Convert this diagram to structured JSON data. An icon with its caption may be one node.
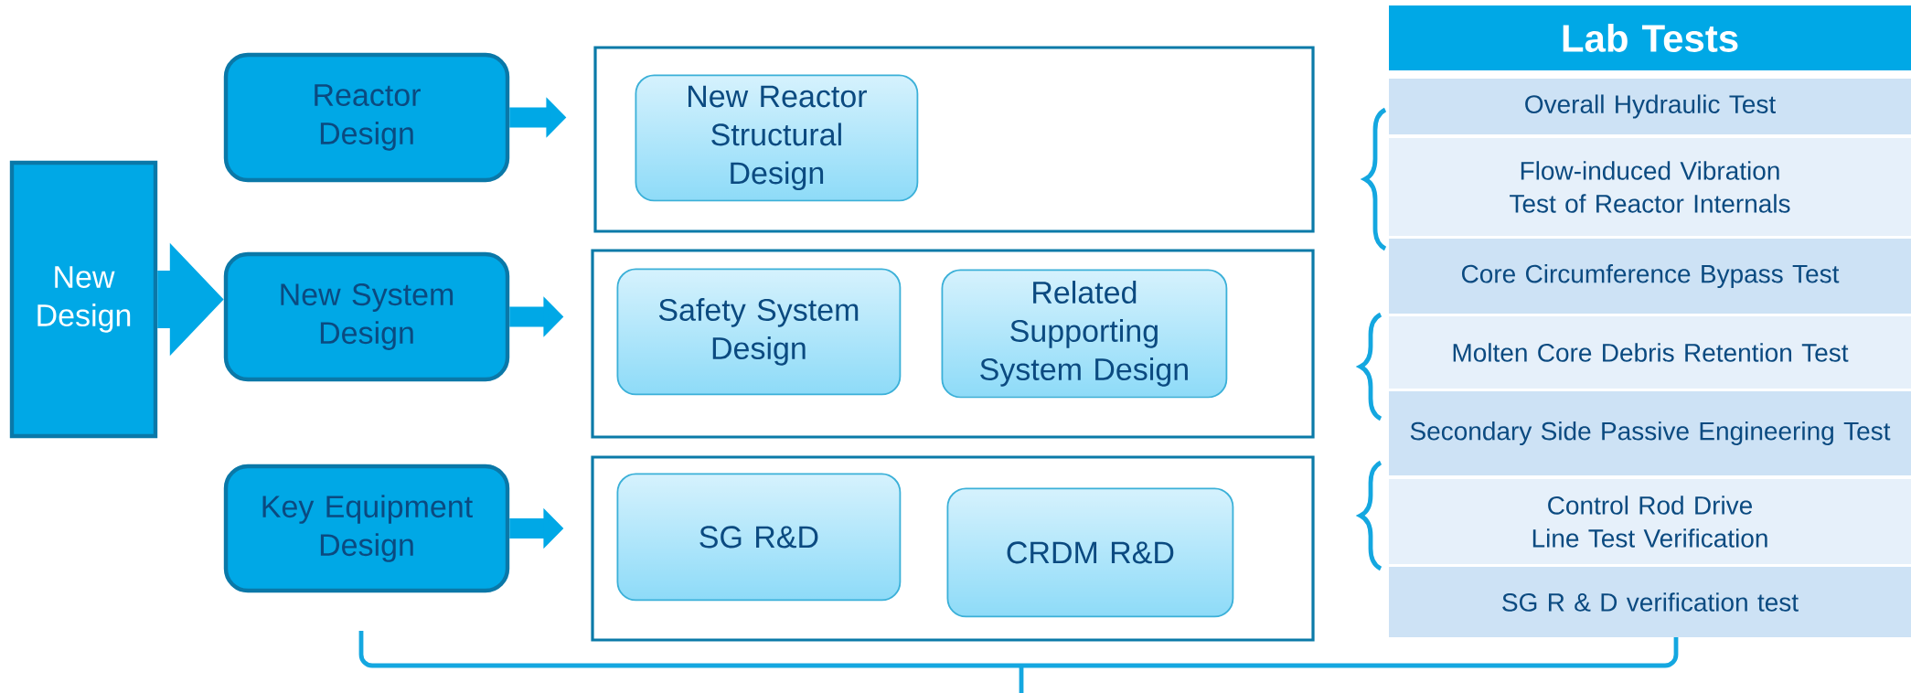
{
  "diagram": {
    "nodes": [
      {
        "text": [
          "New Design"
        ]
      },
      {
        "text": [
          "Reactor Design"
        ]
      },
      {
        "text": [
          "New System Design"
        ]
      },
      {
        "text": [
          "Key Equipment Design"
        ]
      },
      {
        "text": [],
        "shape": "box"
      },
      {
        "text": [
          "New Reactor Structural Design"
        ],
        "in": 4
      },
      {
        "text": [],
        "shape": "box"
      },
      {
        "text": [
          "Safety System Design"
        ],
        "in": 6
      },
      {
        "text": [
          "Related Supporting System Design"
        ],
        "in": 6
      },
      {
        "text": [],
        "shape": "box"
      },
      {
        "text": [
          "SG R&D"
        ],
        "in": 9
      },
      {
        "text": [
          "CRDM R&D"
        ],
        "in": 9
      },
      {
        "text": [
          "Lab Tests"
        ]
      },
      {
        "text": [
          "Overall Hydraulic Test"
        ]
      },
      {
        "text": [
          "Flow-induced Vibration Test of Reactor Internals"
        ]
      },
      {
        "text": [
          "Core Circumference Bypass Test"
        ]
      },
      {
        "text": [
          "Molten Core Debris Retention Test"
        ]
      },
      {
        "text": [
          "Secondary Side Passive Engineering Test"
        ]
      },
      {
        "text": [
          "Control Rod Drive Line Test Verification"
        ]
      },
      {
        "text": [
          "SG R & D verification test"
        ]
      }
    ],
    "edges": [
      {
        "from": 0,
        "to": 2,
        "arrow": "to",
        "style": "thick"
      },
      {
        "from": 1,
        "to": 4,
        "arrow": "to"
      },
      {
        "from": 2,
        "to": 6,
        "arrow": "to"
      },
      {
        "from": 3,
        "to": 9,
        "arrow": "to"
      }
    ]
  }
}
